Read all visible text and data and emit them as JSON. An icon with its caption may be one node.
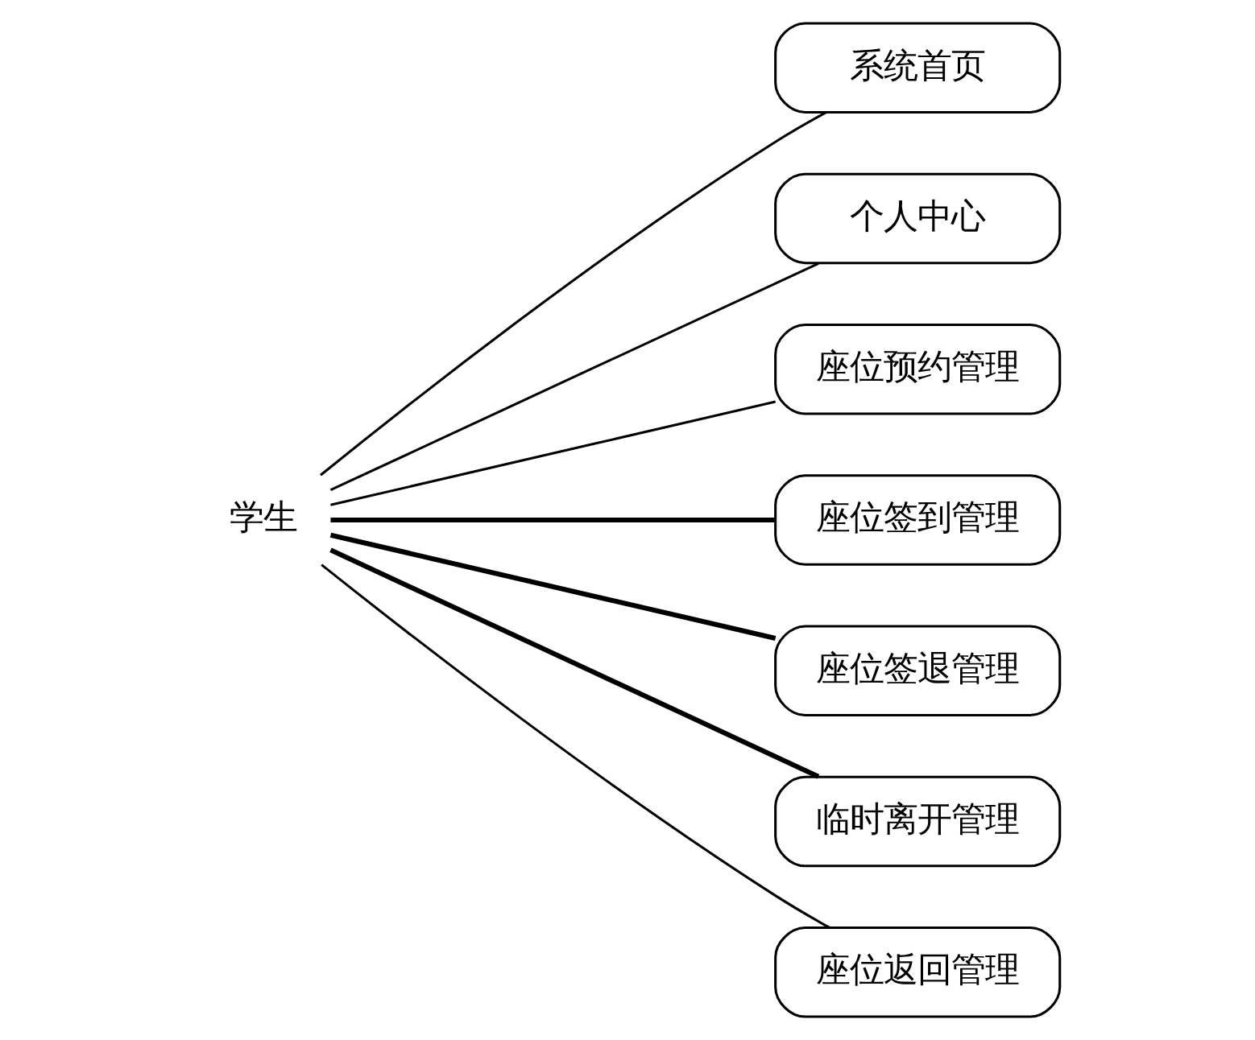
{
  "diagram": {
    "nodes": [
      {
        "text": [
          "学生"
        ]
      },
      {
        "text": [
          "系统首页"
        ]
      },
      {
        "text": [
          "个人中心"
        ]
      },
      {
        "text": [
          "座位预约管理"
        ]
      },
      {
        "text": [
          "座位签到管理"
        ]
      },
      {
        "text": [
          "座位签退管理"
        ]
      },
      {
        "text": [
          "临时离开管理"
        ]
      },
      {
        "text": [
          "座位返回管理"
        ]
      }
    ],
    "edges": [
      {
        "from": 0,
        "to": 1,
        "arrow": "none"
      },
      {
        "from": 0,
        "to": 2,
        "arrow": "none"
      },
      {
        "from": 0,
        "to": 3,
        "arrow": "none"
      },
      {
        "from": 0,
        "to": 4,
        "arrow": "none",
        "style": "thick"
      },
      {
        "from": 0,
        "to": 5,
        "arrow": "none",
        "style": "thick"
      },
      {
        "from": 0,
        "to": 6,
        "arrow": "none",
        "style": "thick"
      },
      {
        "from": 0,
        "to": 7,
        "arrow": "none"
      }
    ]
  }
}
